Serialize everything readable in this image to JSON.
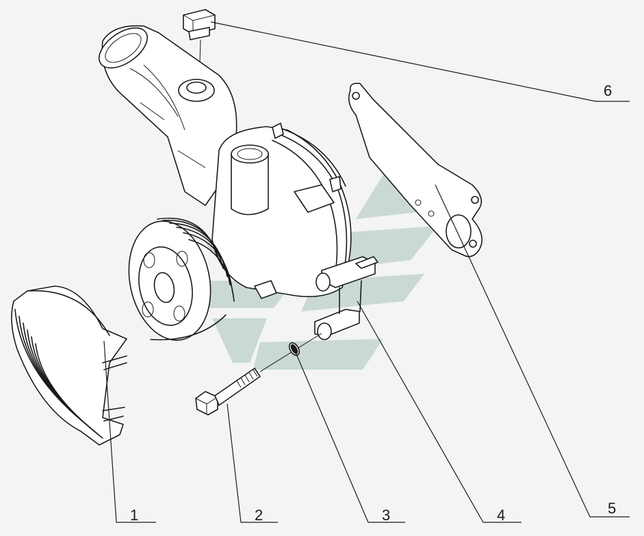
{
  "callouts": [
    {
      "id": "1",
      "label": "1"
    },
    {
      "id": "2",
      "label": "2"
    },
    {
      "id": "3",
      "label": "3"
    },
    {
      "id": "4",
      "label": "4"
    },
    {
      "id": "5",
      "label": "5"
    },
    {
      "id": "6",
      "label": "6"
    }
  ],
  "colors": {
    "line": "#1a1a1a",
    "background": "#f4f4f4",
    "watermark": "#bcd0cc"
  }
}
